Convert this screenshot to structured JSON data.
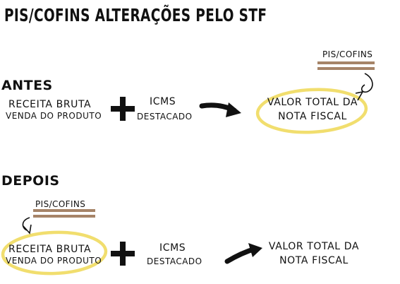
{
  "title": "PIS/COFINS ALTERAÇÕES PELO STF",
  "colors": {
    "circle": "#f1de6e",
    "underline": "#a68468",
    "text": "#111111"
  },
  "antes": {
    "label": "ANTES",
    "receita_line1": "RECEITA BRUTA",
    "receita_line2": "VENDA DO PRODUTO",
    "icms_line1": "ICMS",
    "icms_line2": "DESTACADO",
    "valor_line1": "VALOR TOTAL DA",
    "valor_line2": "NOTA FISCAL",
    "tag": "PIS/COFINS"
  },
  "depois": {
    "label": "DEPOIS",
    "receita_line1": "RECEITA BRUTA",
    "receita_line2": "VENDA DO PRODUTO",
    "icms_line1": "ICMS",
    "icms_line2": "DESTACADO",
    "valor_line1": "VALOR TOTAL DA",
    "valor_line2": "NOTA FISCAL",
    "tag": "PIS/COFINS"
  }
}
